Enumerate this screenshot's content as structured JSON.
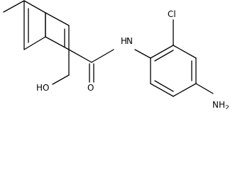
{
  "molecule": {
    "labels": {
      "amide_nh": "N",
      "amide_h": "H",
      "carbonyl_o": "O",
      "hydroxyl": "HO",
      "chloro": "Cl",
      "amine": "NH",
      "amine_subscript": "2"
    }
  }
}
